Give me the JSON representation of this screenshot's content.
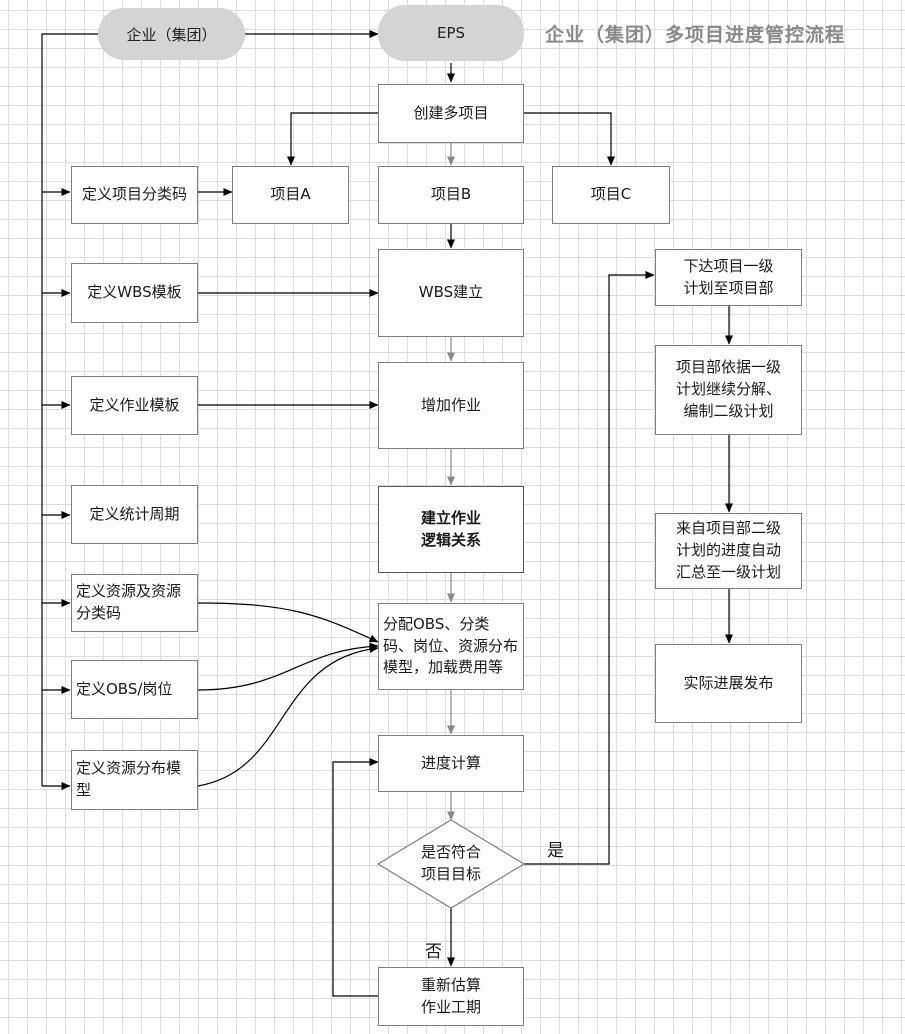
{
  "title": "企业（集团）多项目进度管控流程",
  "start_nodes": {
    "enterprise": "企业（集团）",
    "eps": "EPS"
  },
  "nodes": {
    "create": "创建多项目",
    "proj_a": "项目A",
    "proj_b": "项目B",
    "proj_c": "项目C",
    "wbs": "WBS建立",
    "add_activity": "增加作业",
    "logic": "建立作业\n逻辑关系",
    "assign": "分配OBS、分类码、岗位、资源分布模型，加载费用等",
    "schedule": "进度计算",
    "check": "是否符合\n项目目标",
    "reestimate": "重新估算\n作业工期"
  },
  "definitions": {
    "code": "定义项目分类码",
    "wbs_template": "定义WBS模板",
    "activity_template": "定义作业模板",
    "period": "定义统计周期",
    "resource": "定义资源及资源分类码",
    "obs": "定义OBS/岗位",
    "distribution": "定义资源分布模型"
  },
  "right_flow": {
    "issue": "下达项目一级\n计划至项目部",
    "decompose": "项目部依据一级\n计划继续分解、\n编制二级计划",
    "rollup": "来自项目部二级\n计划的进度自动\n汇总至一级计划",
    "publish": "实际进展发布"
  },
  "edge_labels": {
    "yes": "是",
    "no": "否"
  },
  "colors": {
    "pill": "#d4d4d4",
    "grid": "#dcdcdc",
    "title": "#8a8a8a",
    "arrow_dark": "#000000",
    "arrow_gray": "#888888"
  }
}
